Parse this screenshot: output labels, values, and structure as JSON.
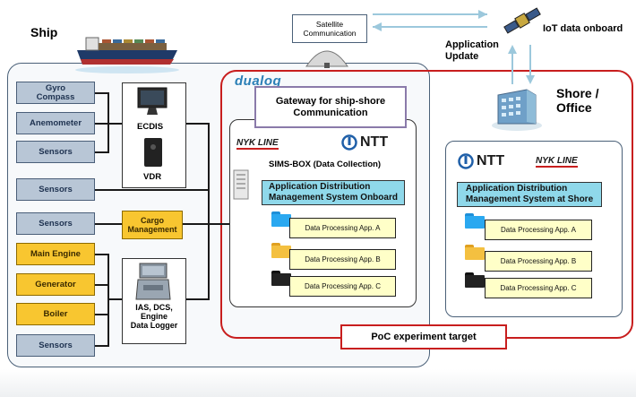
{
  "ship_label": "Ship",
  "satellite_label": "Satellite\nCommunication",
  "iot_label": "IoT data onboard",
  "app_update_label": "Application\nUpdate",
  "shore_office_label": "Shore /\nOffice",
  "dualog_logo": "dualog",
  "gateway_label": "Gateway for ship-shore\nCommunication",
  "nyk_logo": "NYK LINE",
  "ntt_logo": "NTT",
  "sims_box_label": "SIMS-BOX (Data Collection)",
  "onboard_system_label": "Application Distribution\nManagement System Onboard",
  "shore_system_label": "Application Distribution\nManagement System at Shore",
  "onboard_apps": [
    "Data Processing App. A",
    "Data Processing App. B",
    "Data Processing App. C"
  ],
  "shore_apps": [
    "Data Processing App. A",
    "Data Processing App. B",
    "Data Processing App. C"
  ],
  "sensor_group1": [
    "Gyro\nCompass",
    "Anemometer",
    "Sensors"
  ],
  "sensor_single": "Sensors",
  "sensor_cargo": "Sensors",
  "engine_group": [
    "Main Engine",
    "Generator",
    "Boiler"
  ],
  "sensor_bottom": "Sensors",
  "ecdis_label": "ECDIS",
  "vdr_label": "VDR",
  "cargo_label": "Cargo\nManagement",
  "ias_label": "IAS, DCS,\nEngine\nData Logger",
  "poc_label": "PoC experiment target",
  "colors": {
    "accent_red": "#c81e1e",
    "ship_border": "#4a6078",
    "sensor_fill": "#b8c6d6",
    "engine_fill": "#f8c630",
    "system_fill": "#8fd8ea",
    "app_fill": "#ffffc8"
  }
}
